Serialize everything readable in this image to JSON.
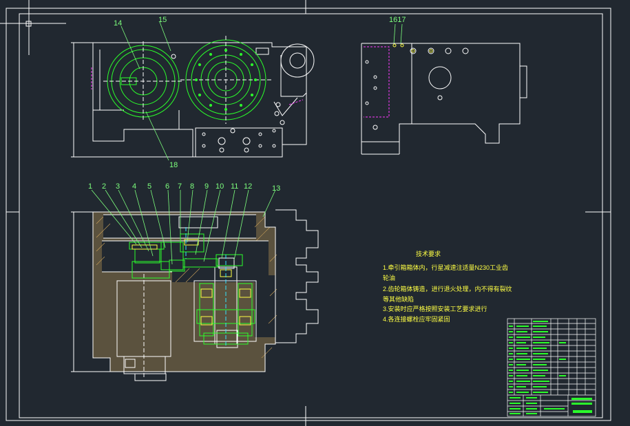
{
  "colors": {
    "background": "#212830",
    "outline": "#ffffff",
    "green": "#2bff2b",
    "yellow": "#ffff44",
    "magenta": "#ff3cff",
    "hatch": "#c8a05a",
    "cyan": "#33e5ff"
  },
  "balloons_top": {
    "b14": "14",
    "b15": "15",
    "b18": "18",
    "b1617": "1617"
  },
  "balloons_section": [
    "1",
    "2",
    "3",
    "4",
    "5",
    "6",
    "7",
    "8",
    "9",
    "10",
    "11",
    "12",
    "13"
  ],
  "notes": {
    "title": "技术要求",
    "lines": [
      "1.牵引箱箱体内，行星减速注适量N230工业齿",
      "轮油",
      "2.齿轮箱体铸造，进行退火处理，内不得有裂纹",
      "等其他缺陷",
      "3.安装时应严格按照安装工艺要求进行",
      "4.各连接螺栓应牢固紧固"
    ]
  }
}
